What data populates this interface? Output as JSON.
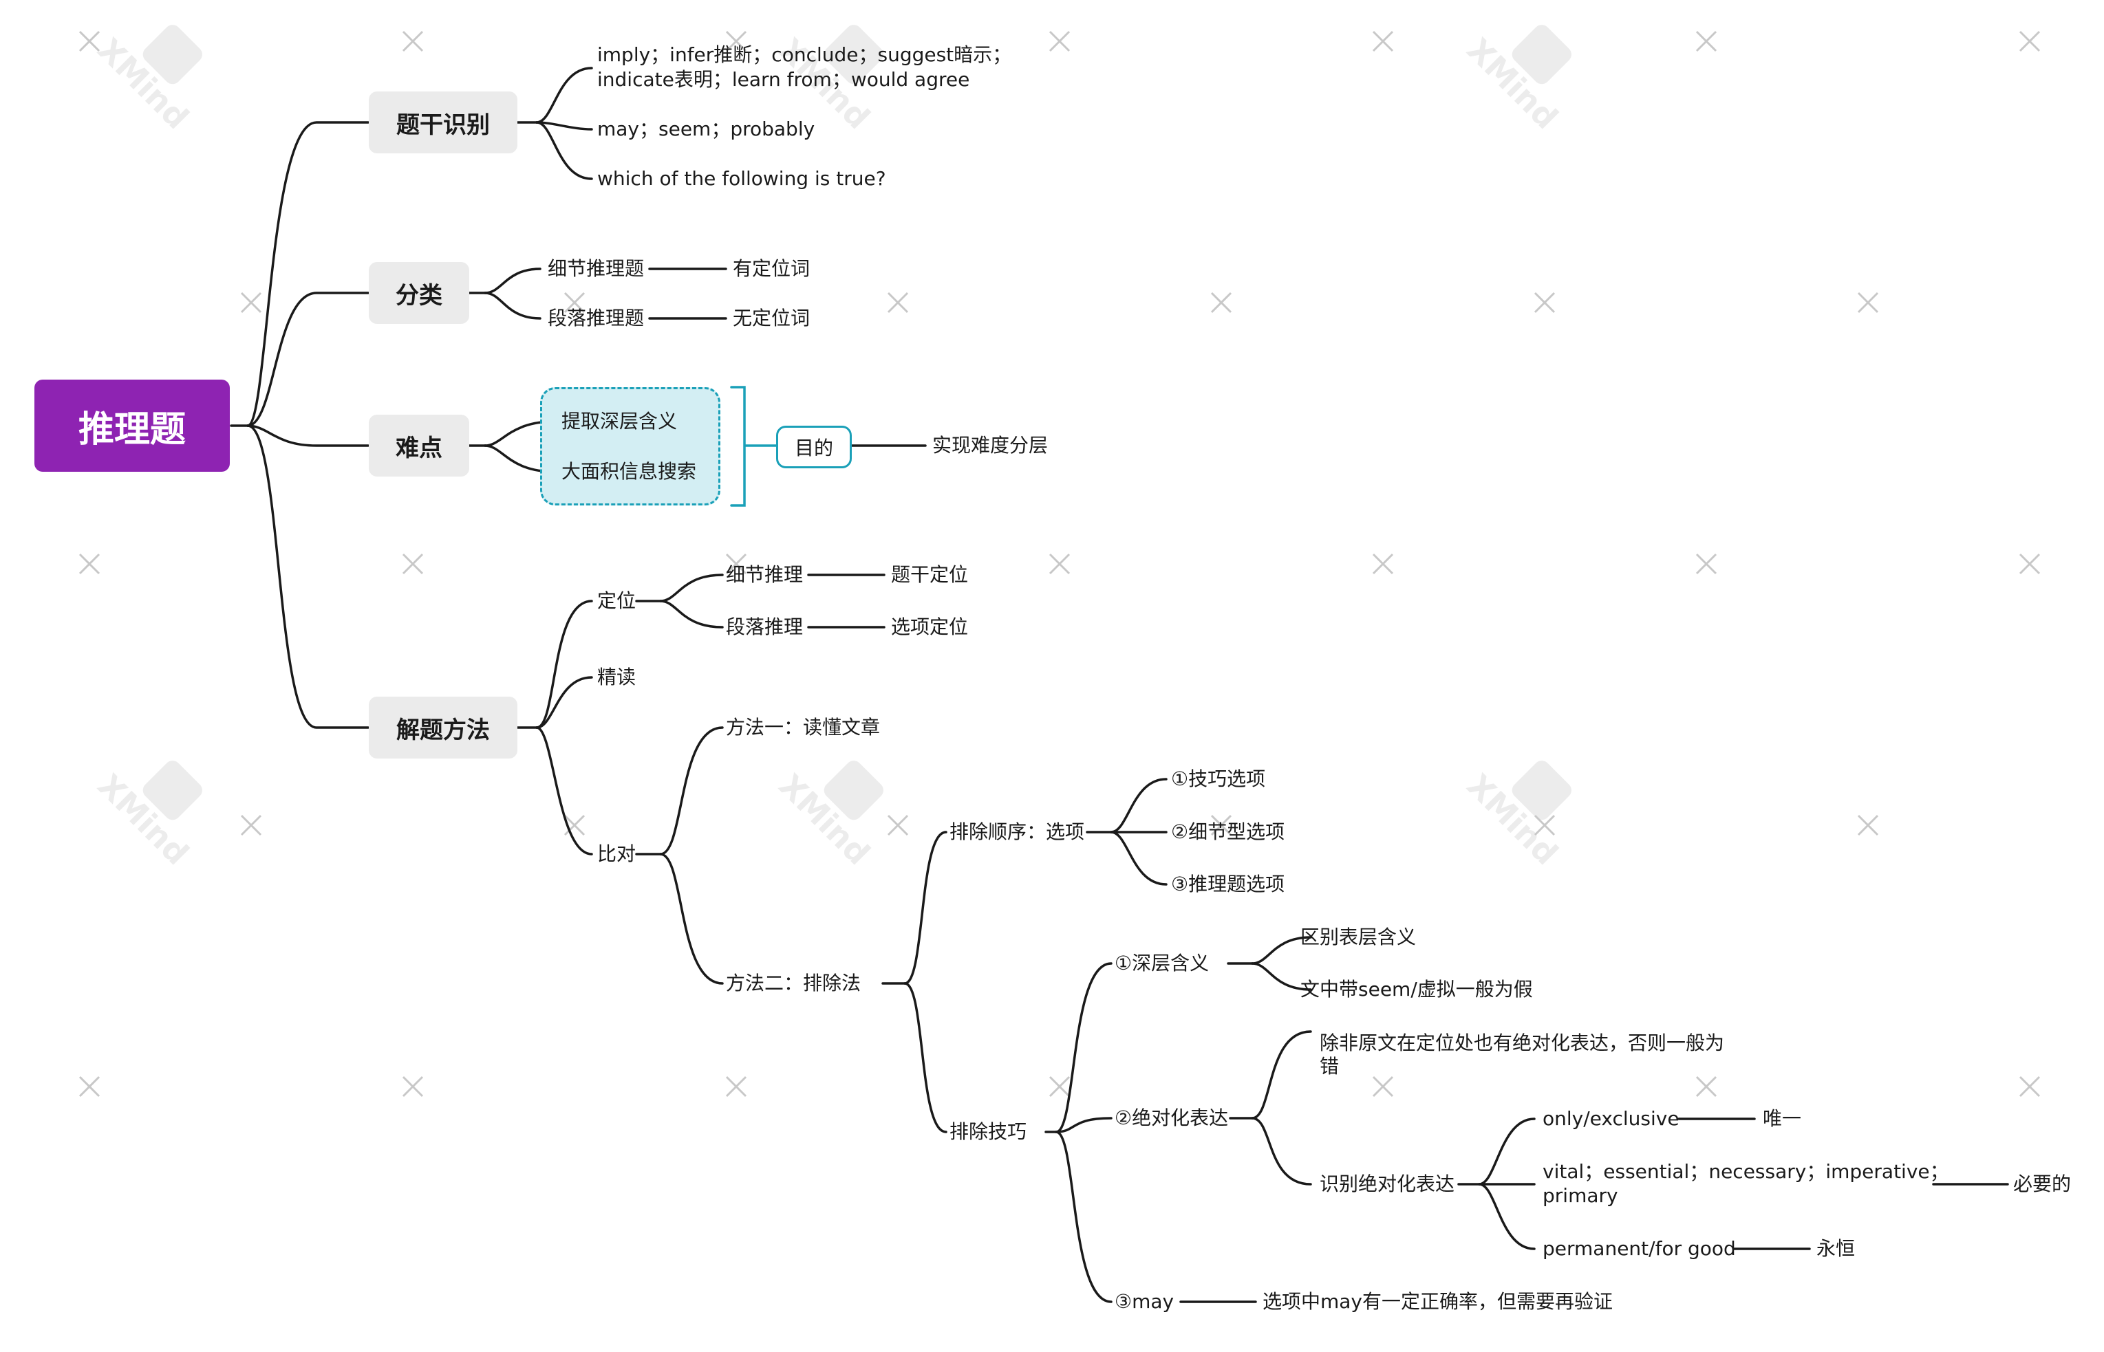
{
  "colors": {
    "root_bg": "#8e23b2",
    "main_bg": "#ebebeb",
    "line": "#1a1a1a",
    "accent": "#1aa0b8",
    "group_bg": "#d3eef3"
  },
  "watermark": "XMind",
  "root": "推理题",
  "sections": {
    "identify": {
      "title": "题干识别",
      "item1_line1": "imply；infer推断；conclude；suggest暗示；",
      "item1_line2": "indicate表明；learn from；would agree",
      "item2": "may；seem；probably",
      "item3": "which of the following is true?"
    },
    "category": {
      "title": "分类",
      "detail": "细节推理题",
      "detail_note": "有定位词",
      "paragraph": "段落推理题",
      "paragraph_note": "无定位词"
    },
    "difficulty": {
      "title": "难点",
      "item1": "提取深层含义",
      "item2": "大面积信息搜索",
      "purpose": "目的",
      "purpose_note": "实现难度分层"
    },
    "method": {
      "title": "解题方法",
      "locate": "定位",
      "locate_detail": "细节推理",
      "locate_detail_note": "题干定位",
      "locate_paragraph": "段落推理",
      "locate_paragraph_note": "选项定位",
      "read": "精读",
      "compare": "比对",
      "way1": "方法一：读懂文章",
      "way2": "方法二：排除法",
      "order": "排除顺序：选项",
      "order1": "①技巧选项",
      "order2": "②细节型选项",
      "order3": "③推理题选项",
      "skill": "排除技巧",
      "deep": "①深层含义",
      "deep1": "区别表层含义",
      "deep2": "文中带seem/虚拟一般为假",
      "absolute": "②绝对化表达",
      "abs_note_line1": "除非原文在定位处也有绝对化表达，否则一般为",
      "abs_note_line2": "错",
      "abs_identify": "识别绝对化表达",
      "only": "only/exclusive",
      "only_note": "唯一",
      "vital_line1": "vital；essential；necessary；imperative；",
      "vital_line2": "primary",
      "vital_note": "必要的",
      "permanent": "permanent/for good",
      "permanent_note": "永恒",
      "may": "③may",
      "may_note": "选项中may有一定正确率，但需要再验证"
    }
  }
}
